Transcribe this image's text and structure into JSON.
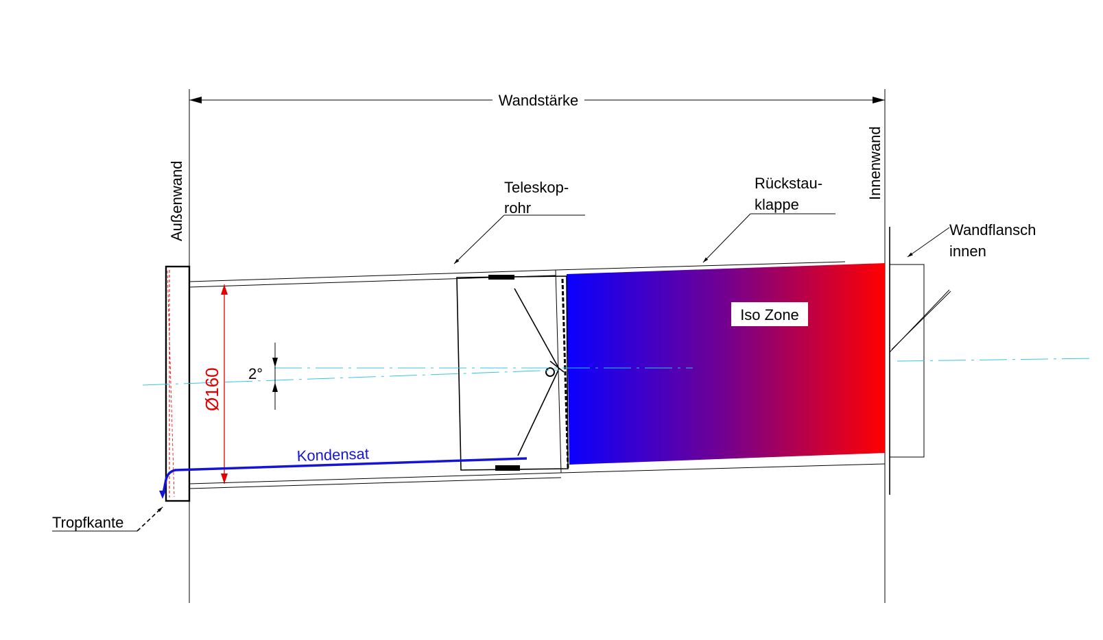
{
  "labels": {
    "wall_thickness": "Wandstärke",
    "outer_wall": "Außenwand",
    "inner_wall": "Innenwand",
    "telescope_line1": "Teleskop-",
    "telescope_line2": "rohr",
    "backflow_line1": "Rückstau-",
    "backflow_line2": "klappe",
    "flange_line1": "Wandflansch",
    "flange_line2": "innen",
    "iso_zone": "Iso Zone",
    "diameter": "Ø160",
    "angle": "2°",
    "condensate": "Kondensat",
    "drip_edge": "Tropfkante"
  },
  "colors": {
    "gradient_start": "#0a00ff",
    "gradient_mid": "#74008f",
    "gradient_end": "#ff0000",
    "diameter": "#e00000",
    "condensate": "#1414d6",
    "axis": "#34c6e0"
  }
}
